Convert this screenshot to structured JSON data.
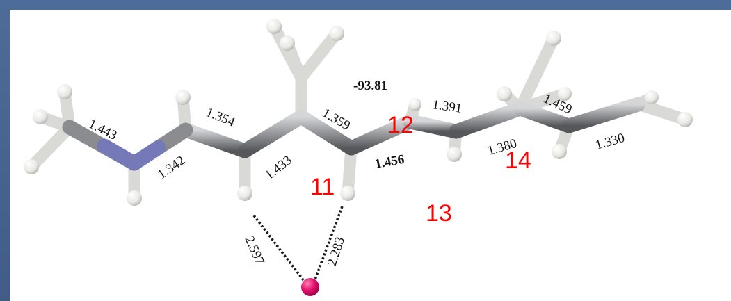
{
  "molecule": {
    "bond_lengths": [
      "1.443",
      "1.342",
      "1.354",
      "1.433",
      "1.359",
      "1.456",
      "1.391",
      "1.380",
      "1.459",
      "1.330"
    ],
    "hbond_distances": [
      "2.597",
      "2.283"
    ],
    "dihedral": "-93.81",
    "atom_numbers": [
      "11",
      "12",
      "13",
      "14"
    ]
  },
  "colors": {
    "background": "#ffffff",
    "frame": "#43628f",
    "carbon": "#8e9094",
    "nitrogen": "#7579b8",
    "hydrogen": "#e6e6e2",
    "anion": "#e0106a",
    "atom_number_labels": "#ff0000"
  }
}
